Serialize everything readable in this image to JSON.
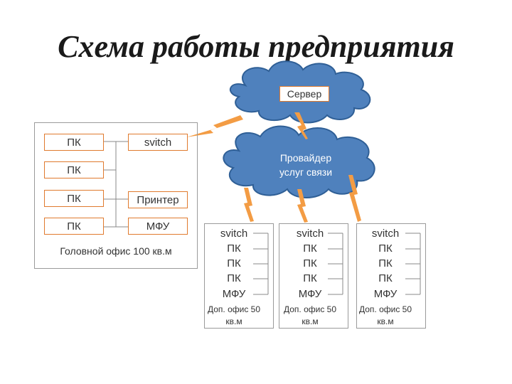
{
  "title": "Схема работы предприятия",
  "server": {
    "label": "Сервер"
  },
  "provider": {
    "line1": "Провайдер",
    "line2": "услуг связи"
  },
  "head_office": {
    "pcs": [
      "ПК",
      "ПК",
      "ПК",
      "ПК"
    ],
    "switch": "svitch",
    "printer": "Принтер",
    "mfu": "МФУ",
    "caption": "Головной офис 100 кв.м"
  },
  "branches": [
    {
      "items": [
        "svitch",
        "ПК",
        "ПК",
        "ПК",
        "МФУ"
      ],
      "caption_line1": "Доп. офис 50",
      "caption_line2": "кв.м"
    },
    {
      "items": [
        "svitch",
        "ПК",
        "ПК",
        "ПК",
        "МФУ"
      ],
      "caption_line1": "Доп. офис 50",
      "caption_line2": "кв.м"
    },
    {
      "items": [
        "svitch",
        "ПК",
        "ПК",
        "ПК",
        "МФУ"
      ],
      "caption_line1": "Доп. офис 50",
      "caption_line2": "кв.м"
    }
  ],
  "colors": {
    "cloud": "#4f81bd",
    "cloud_border": "#2f5f96",
    "accent": "#e07a2e",
    "bolt": "#f39c44"
  }
}
